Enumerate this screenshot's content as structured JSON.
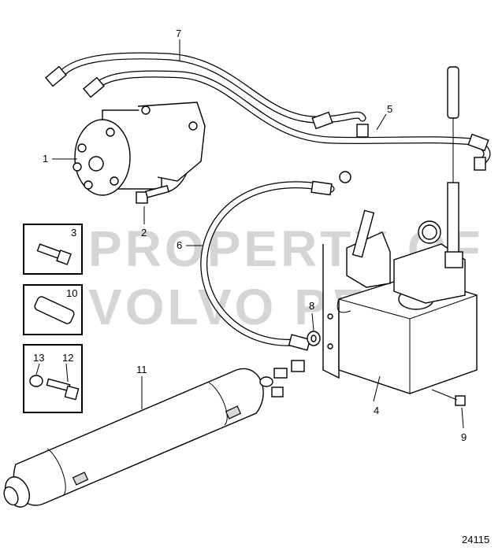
{
  "watermark": [
    "PROPERTY OF",
    "VOLVO PENTA"
  ],
  "callouts": {
    "c1": "1",
    "c2": "2",
    "c3": "3",
    "c4": "4",
    "c5": "5",
    "c6": "6",
    "c7": "7",
    "c8": "8",
    "c9": "9",
    "c10": "10",
    "c11": "11",
    "c12": "12",
    "c13": "13"
  },
  "figure_number": "24115"
}
